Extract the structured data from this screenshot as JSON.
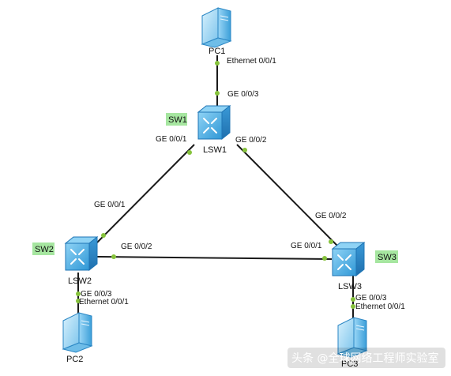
{
  "diagram": {
    "devices": {
      "pc1": "PC1",
      "pc2": "PC2",
      "pc3": "PC3",
      "lsw1": "LSW1",
      "lsw2": "LSW2",
      "lsw3": "LSW3"
    },
    "tags": {
      "sw1": "SW1",
      "sw2": "SW2",
      "sw3": "SW3"
    },
    "ports": {
      "pc1_eth": "Ethernet 0/0/1",
      "sw1_ge3": "GE 0/0/3",
      "sw1_ge1": "GE 0/0/1",
      "sw1_ge2": "GE 0/0/2",
      "sw2_ge1": "GE 0/0/1",
      "sw2_ge2": "GE 0/0/2",
      "sw2_ge3": "GE 0/0/3",
      "pc2_eth": "Ethernet 0/0/1",
      "sw3_ge2": "GE 0/0/2",
      "sw3_ge1": "GE 0/0/1",
      "sw3_ge3": "GE 0/0/3",
      "pc3_eth": "Ethernet 0/0/1"
    },
    "watermark": "头条 @全球网络工程师实验室",
    "colors": {
      "link": "#1a1a1a",
      "port_dot": "#86c33c",
      "tag_bg": "#a6e6a0",
      "switch_body": "#41a9e0",
      "pc_body": "#5ab4e6"
    }
  }
}
